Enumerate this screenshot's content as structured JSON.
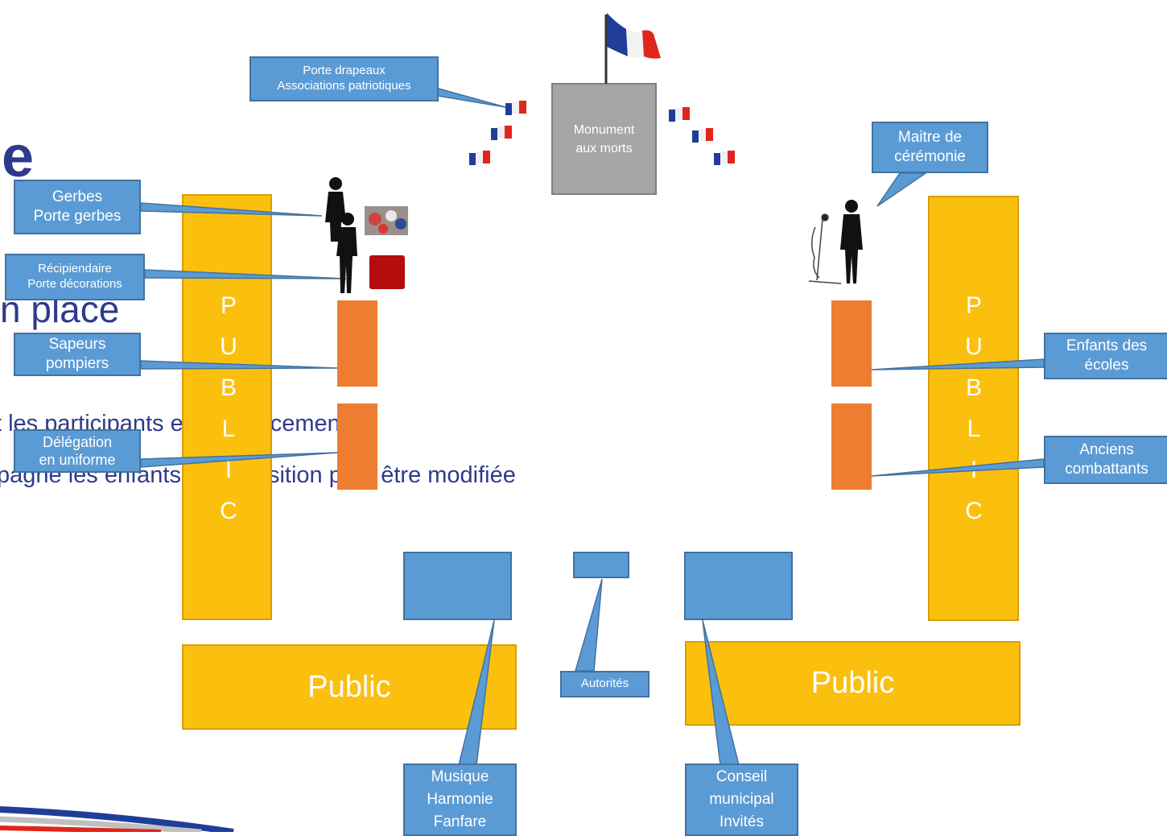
{
  "background_text": {
    "title_fragment": "e",
    "subtitle_fragment": "n place",
    "line1": "t les participants et l’emplacement",
    "line2": "pagne les enfants la disposition peut être modifiée"
  },
  "monument": {
    "label": "Monument\naux morts"
  },
  "public_sides": {
    "left": "P\nU\nB\nL\nI\nC",
    "right": "P\nU\nB\nL\nI\nC"
  },
  "public_bottom": {
    "left": "Public",
    "right": "Public"
  },
  "callouts": {
    "porte_drapeaux": "Porte drapeaux\nAssociations patriotiques",
    "maitre_ceremonie": "Maitre de\ncérémonie",
    "gerbes": "Gerbes\nPorte gerbes",
    "recipiendaire": "Récipiendaire\nPorte décorations",
    "sapeurs": "Sapeurs\npompiers",
    "delegation": "Délégation\nen uniforme",
    "enfants": "Enfants des\nécoles",
    "anciens": "Anciens\ncombattants",
    "autorites": "Autorités",
    "musique": "Musique\nHarmonie\nFanfare",
    "conseil": "Conseil\nmunicipal\nInvités"
  },
  "colors": {
    "public": "#fbbf0e",
    "group": "#ed7d31",
    "callout": "#5b9bd5",
    "monument": "#a6a6a6",
    "flag_blue": "#1f3d99",
    "flag_red": "#e1251b"
  },
  "icons": [
    "french-flag-icon",
    "person-silhouette-icon",
    "microphone-stand-icon",
    "wreath-icon",
    "red-cushion-icon"
  ]
}
